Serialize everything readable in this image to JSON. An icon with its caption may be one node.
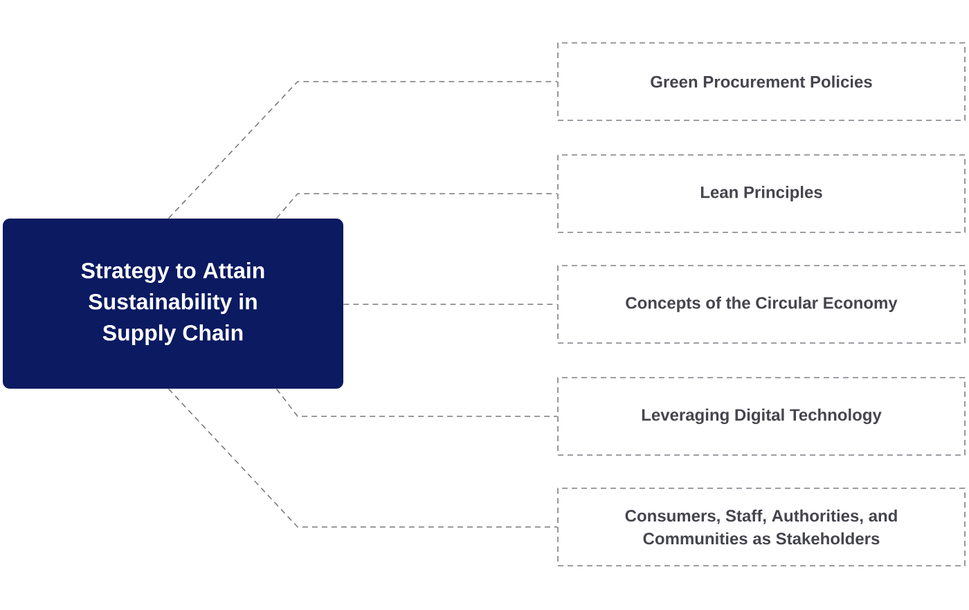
{
  "diagram": {
    "nodes": [
      {
        "text": [
          "Strategy to Attain Sustainability in Supply Chain"
        ]
      },
      {
        "text": [
          "Green Procurement Policies"
        ]
      },
      {
        "text": [
          "Lean Principles"
        ]
      },
      {
        "text": [
          "Concepts of the Circular Economy"
        ]
      },
      {
        "text": [
          "Leveraging Digital Technology"
        ]
      },
      {
        "text": [
          "Consumers, Staff, Authorities, and Communities as Stakeholders"
        ]
      }
    ],
    "edges": [
      {
        "from": 0,
        "to": 1,
        "arrow": "none",
        "style": "dashed"
      },
      {
        "from": 0,
        "to": 2,
        "arrow": "none",
        "style": "dashed"
      },
      {
        "from": 0,
        "to": 3,
        "arrow": "none",
        "style": "dashed"
      },
      {
        "from": 0,
        "to": 4,
        "arrow": "none",
        "style": "dashed"
      },
      {
        "from": 0,
        "to": 5,
        "arrow": "none",
        "style": "dashed"
      }
    ]
  }
}
